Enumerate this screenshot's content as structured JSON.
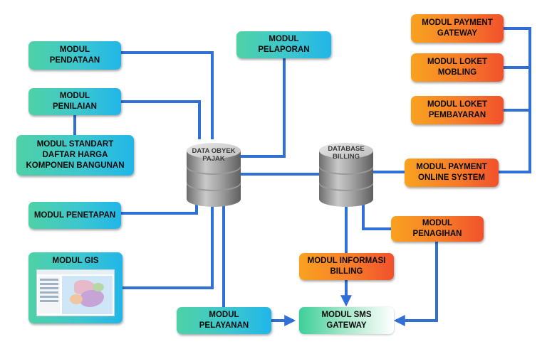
{
  "diagram": {
    "databases": {
      "data_obyek_pajak": {
        "line1": "DATA OBYEK",
        "line2": "PAJAK"
      },
      "database_billing": {
        "line1": "DATABASE",
        "line2": "BILLING"
      }
    },
    "modules": {
      "pendataan": {
        "line1": "MODUL",
        "line2": "PENDATAAN"
      },
      "penilaian": {
        "line1": "MODUL",
        "line2": "PENILAIAN"
      },
      "standart": {
        "line1": "MODUL STANDART",
        "line2": "DAFTAR HARGA",
        "line3": "KOMPONEN BANGUNAN"
      },
      "penetapan": {
        "line1": "MODUL PENETAPAN"
      },
      "gis": {
        "line1": "MODUL GIS"
      },
      "pelaporan": {
        "line1": "MODUL",
        "line2": "PELAPORAN"
      },
      "pelayanan": {
        "line1": "MODUL",
        "line2": "PELAYANAN"
      },
      "sms_gateway": {
        "line1": "MODUL SMS",
        "line2": "GATEWAY"
      },
      "informasi_billing": {
        "line1": "MODUL INFORMASI",
        "line2": "BILLING"
      },
      "penagihan": {
        "line1": "MODUL",
        "line2": "PENAGIHAN"
      },
      "payment_gateway": {
        "line1": "MODUL PAYMENT",
        "line2": "GATEWAY"
      },
      "loket_mobling": {
        "line1": "MODUL LOKET",
        "line2": "MOBLING"
      },
      "loket_pembayaran": {
        "line1": "MODUL LOKET",
        "line2": "PEMBAYARAN"
      },
      "payment_online": {
        "line1": "MODUL PAYMENT",
        "line2": "ONLINE SYSTEM"
      }
    },
    "colors": {
      "connector": "#2f6fd6",
      "connector_dark": "#1e4fa8",
      "teal_module": "#3cc7cf",
      "orange_module": "#f77c2a",
      "database": "#8c8c8c"
    },
    "gis_icon": "map-screenshot-icon"
  }
}
